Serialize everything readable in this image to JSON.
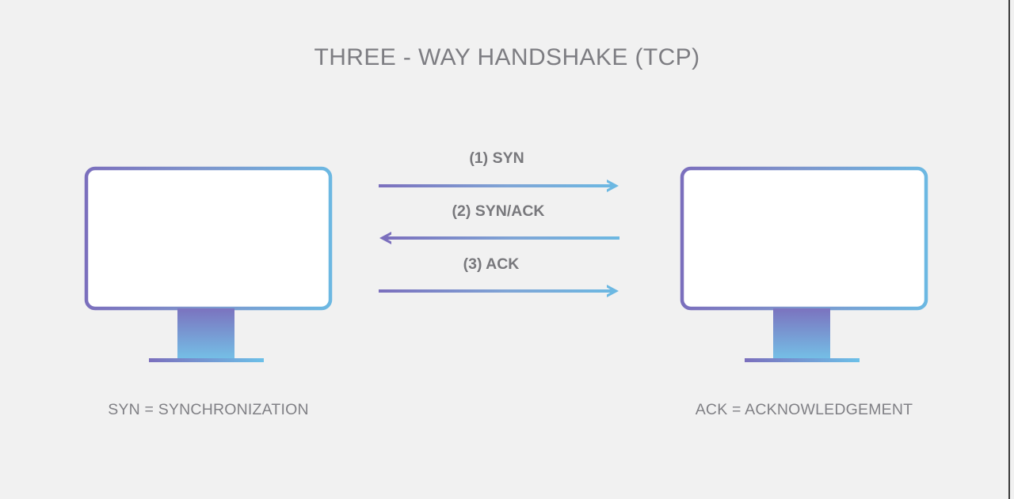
{
  "title": "THREE - WAY HANDSHAKE (TCP)",
  "background_color": "#f1f1f1",
  "title_color": "#7d7d82",
  "palette": {
    "gradient_start": "#7b6fbd",
    "gradient_mid": "#7e96ce",
    "gradient_end": "#6cb8e2",
    "text_gray": "#808085",
    "label_gray": "#78787c",
    "screen_fill": "#ffffff"
  },
  "nodes": [
    {
      "id": "client",
      "icon": "desktop-monitor-icon",
      "caption": "SYN = SYNCHRONIZATION"
    },
    {
      "id": "server",
      "icon": "desktop-monitor-icon",
      "caption": "ACK = ACKNOWLEDGEMENT"
    }
  ],
  "messages": [
    {
      "step": 1,
      "label": "(1) SYN",
      "direction": "right",
      "from": "client",
      "to": "server",
      "arrowhead_color": "#6cb8e2"
    },
    {
      "step": 2,
      "label": "(2) SYN/ACK",
      "direction": "left",
      "from": "server",
      "to": "client",
      "arrowhead_color": "#7b6fbd"
    },
    {
      "step": 3,
      "label": "(3) ACK",
      "direction": "right",
      "from": "client",
      "to": "server",
      "arrowhead_color": "#6cb8e2"
    }
  ]
}
